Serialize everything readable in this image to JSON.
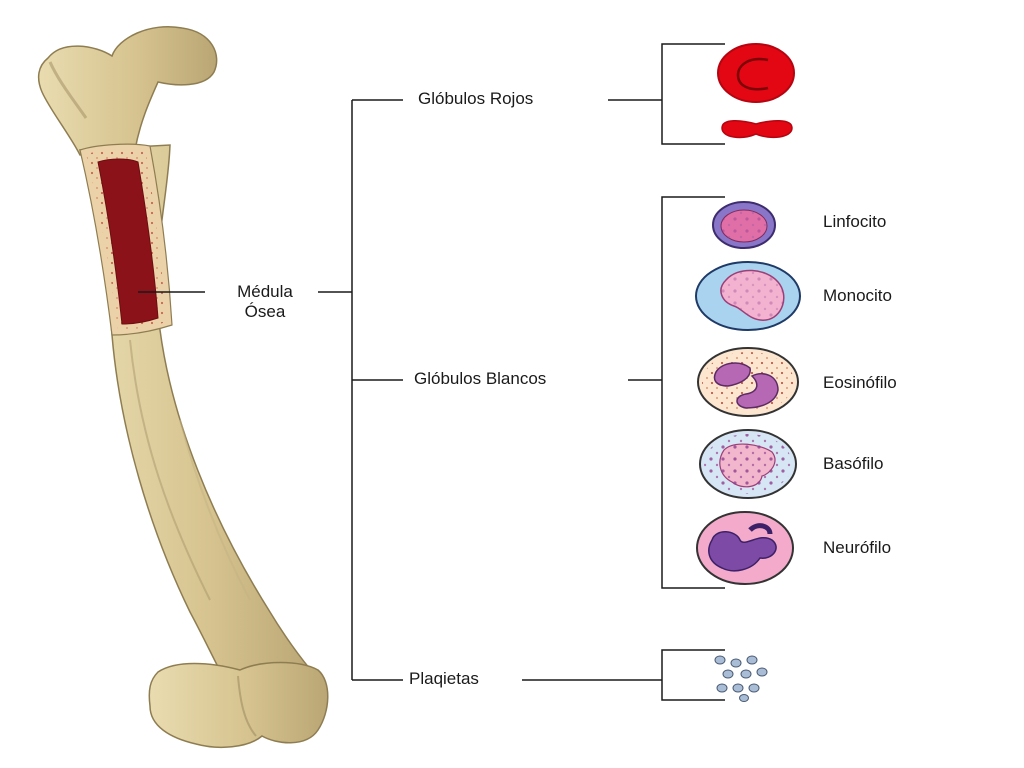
{
  "diagram": {
    "root_label_line1": "Médula",
    "root_label_line2": "Ósea",
    "branches": {
      "red": {
        "label": "Glóbulos Rojos"
      },
      "white": {
        "label": "Glóbulos Blancos",
        "cells": [
          "Linfocito",
          "Monocito",
          "Eosinófilo",
          "Basófilo",
          "Neurófilo"
        ]
      },
      "platelets": {
        "label": "Plaqietas"
      }
    }
  },
  "colors": {
    "bone": "#d9c896",
    "bone_shadow": "#a8966a",
    "marrow": "#8b1219",
    "red_cell": "#e30613",
    "lymph_ring": "#8a76c9",
    "mono_ring": "#a9d3ee",
    "nucleus": "#b768b5",
    "dark_nucleus": "#7d4aa6",
    "pink_cyto": "#f3b2cf",
    "platelet": "#a9bdd6",
    "line": "#1a1a1a"
  },
  "icons": [
    "femur-bone-illustration",
    "red-blood-cell-icon",
    "red-blood-cell-side-icon",
    "lymphocyte-icon",
    "monocyte-icon",
    "eosinophil-icon",
    "basophil-icon",
    "neutrophil-icon",
    "platelets-icon"
  ]
}
